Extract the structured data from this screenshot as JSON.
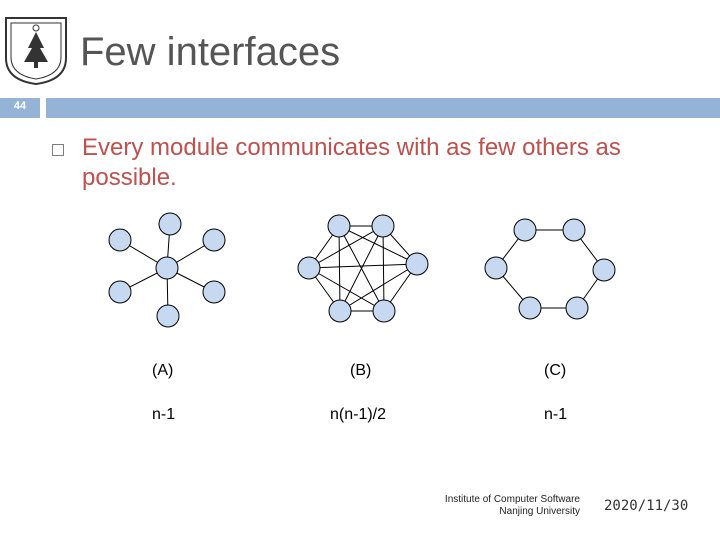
{
  "slide": {
    "title": "Few interfaces",
    "page_number": "44",
    "bullet": "Every module communicates with as few others as possible."
  },
  "diagrams": [
    {
      "label": "(A)",
      "count": "n-1"
    },
    {
      "label": "(B)",
      "count": "n(n-1)/2"
    },
    {
      "label": "(C)",
      "count": "n-1"
    }
  ],
  "footer": {
    "institute_line1": "Institute of Computer Software",
    "institute_line2": "Nanjing University",
    "date": "2020/11/30"
  },
  "colors": {
    "band": "#95b3d7",
    "node_fill": "#c6d9f1",
    "bullet_text": "#c0504d"
  }
}
